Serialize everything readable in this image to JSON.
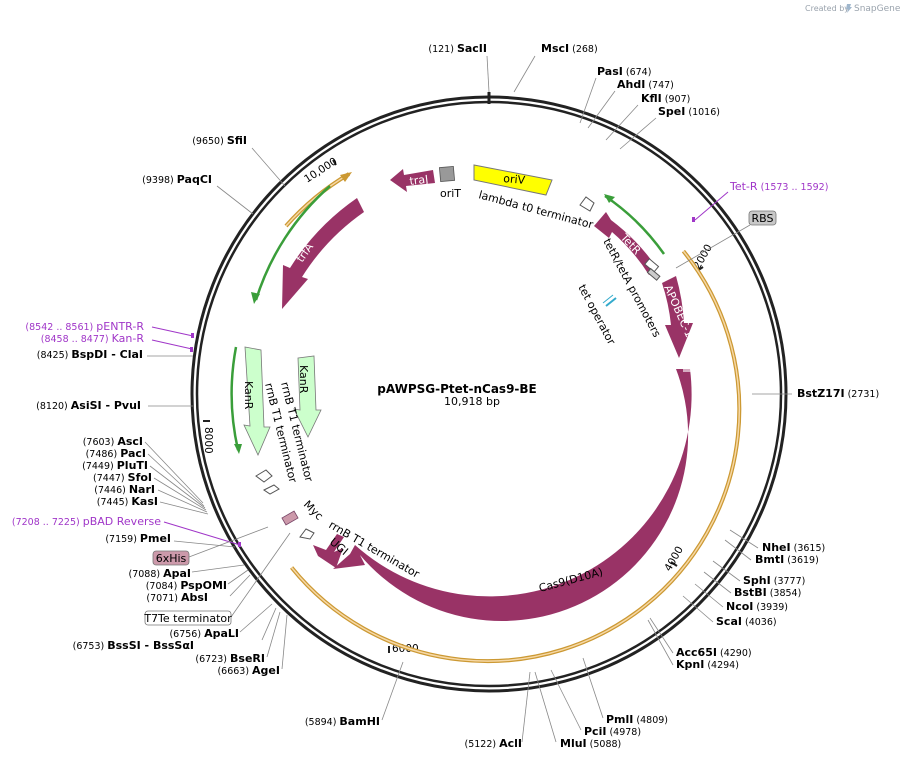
{
  "plasmid": {
    "name": "pAWPSG-Ptet-nCas9-BE",
    "length_label": "10,918 bp"
  },
  "credit": {
    "prefix": "Created by",
    "brand": "SnapGene"
  },
  "ticks": [
    "2000",
    "4000",
    "6000",
    "8000",
    "10,000"
  ],
  "features": [
    {
      "name": "oriV",
      "color": "#ffff00"
    },
    {
      "name": "traJ",
      "color": "#993366"
    },
    {
      "name": "oriT",
      "color": "#999999"
    },
    {
      "name": "lambda t0 terminator",
      "color": "#ffffff"
    },
    {
      "name": "TetR",
      "color": "#993366"
    },
    {
      "name": "tetR/tetA promoters",
      "color": "#ffffff"
    },
    {
      "name": "APOBEC-1",
      "color": "#993366"
    },
    {
      "name": "tet operator",
      "color": "#33aacc"
    },
    {
      "name": "Cas9(D10A)",
      "color": "#993366"
    },
    {
      "name": "UGI",
      "color": "#993366"
    },
    {
      "name": "rrnB T1 terminator",
      "color": "#ffffff"
    },
    {
      "name": "Myc",
      "color": "#cc99aa"
    },
    {
      "name": "KanR",
      "color": "#ccffcc"
    },
    {
      "name": "trfA",
      "color": "#993366"
    }
  ],
  "sites": [
    {
      "name": "SacII",
      "pos": "(121)"
    },
    {
      "name": "MscI",
      "pos": "(268)"
    },
    {
      "name": "PasI",
      "pos": "(674)"
    },
    {
      "name": "AhdI",
      "pos": "(747)"
    },
    {
      "name": "KflI",
      "pos": "(907)"
    },
    {
      "name": "SpeI",
      "pos": "(1016)"
    },
    {
      "name": "BstZ17I",
      "pos": "(2731)"
    },
    {
      "name": "NheI",
      "pos": "(3615)"
    },
    {
      "name": "BmtI",
      "pos": "(3619)"
    },
    {
      "name": "SphI",
      "pos": "(3777)"
    },
    {
      "name": "BstBI",
      "pos": "(3854)"
    },
    {
      "name": "NcoI",
      "pos": "(3939)"
    },
    {
      "name": "ScaI",
      "pos": "(4036)"
    },
    {
      "name": "Acc65I",
      "pos": "(4290)"
    },
    {
      "name": "KpnI",
      "pos": "(4294)"
    },
    {
      "name": "PmlI",
      "pos": "(4809)"
    },
    {
      "name": "PciI",
      "pos": "(4978)"
    },
    {
      "name": "MluI",
      "pos": "(5088)"
    },
    {
      "name": "AclI",
      "pos": "(5122)"
    },
    {
      "name": "BamHI",
      "pos": "(5894)"
    },
    {
      "name": "AgeI",
      "pos": "(6663)"
    },
    {
      "name": "BseRI",
      "pos": "(6723)"
    },
    {
      "name": "BssSI - BssSαI",
      "pos": "(6753)"
    },
    {
      "name": "ApaLI",
      "pos": "(6756)"
    },
    {
      "name": "AbsI",
      "pos": "(7071)"
    },
    {
      "name": "PspOMI",
      "pos": "(7084)"
    },
    {
      "name": "ApaI",
      "pos": "(7088)"
    },
    {
      "name": "PmeI",
      "pos": "(7159)"
    },
    {
      "name": "KasI",
      "pos": "(7445)"
    },
    {
      "name": "NarI",
      "pos": "(7446)"
    },
    {
      "name": "SfoI",
      "pos": "(7447)"
    },
    {
      "name": "PluTI",
      "pos": "(7449)"
    },
    {
      "name": "PacI",
      "pos": "(7486)"
    },
    {
      "name": "AscI",
      "pos": "(7603)"
    },
    {
      "name": "AsiSI - PvuI",
      "pos": "(8120)"
    },
    {
      "name": "BspDI - ClaI",
      "pos": "(8425)"
    },
    {
      "name": "PaqCI",
      "pos": "(9398)"
    },
    {
      "name": "SfiI",
      "pos": "(9650)"
    }
  ],
  "primers": [
    {
      "name": "Tet-R",
      "pos": "(1573 .. 1592)"
    },
    {
      "name": "pENTR-R",
      "pos": "(8542 .. 8561)"
    },
    {
      "name": "Kan-R",
      "pos": "(8458 .. 8477)"
    },
    {
      "name": "pBAD Reverse",
      "pos": "(7208 .. 7225)"
    }
  ],
  "boxed_features": [
    {
      "name": "RBS"
    },
    {
      "name": "6xHis"
    },
    {
      "name": "T7Te terminator"
    }
  ]
}
